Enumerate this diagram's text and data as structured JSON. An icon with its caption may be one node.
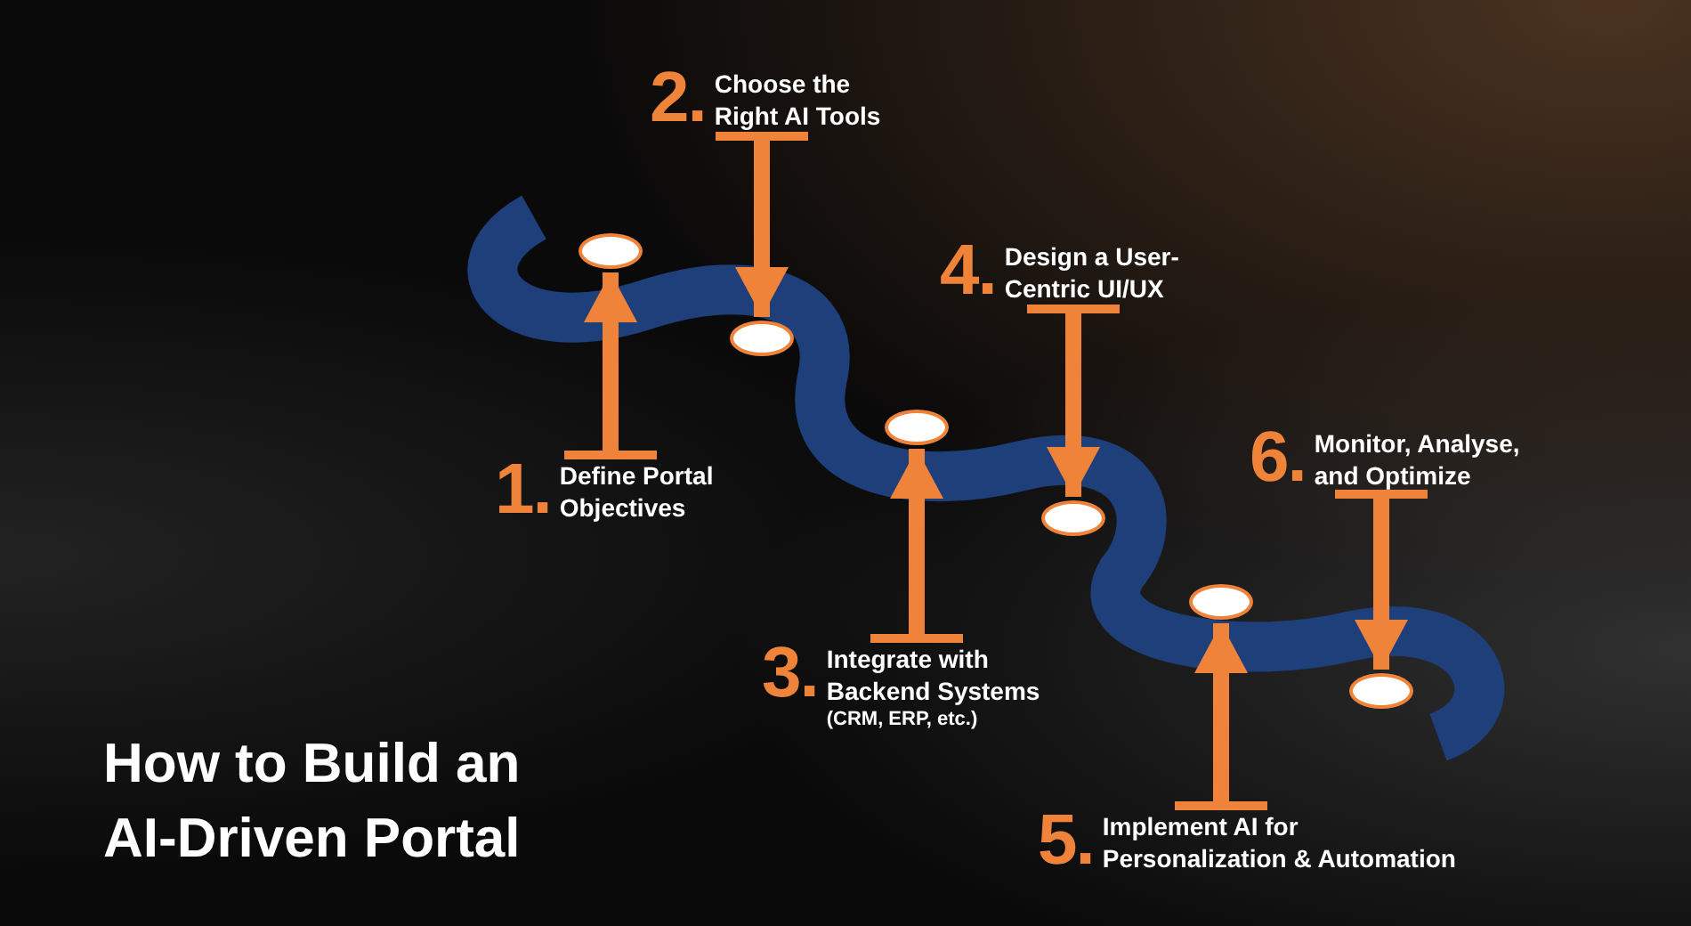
{
  "diagram": {
    "title": "How to Build an AI-Driven Portal",
    "nodes": [
      {
        "text": [
          "1.",
          "Define Portal Objectives"
        ]
      },
      {
        "text": [
          "2.",
          "Choose the Right AI Tools"
        ]
      },
      {
        "text": [
          "3.",
          "Integrate with Backend Systems",
          "(CRM, ERP, etc.)"
        ]
      },
      {
        "text": [
          "4.",
          "Design a User-Centric UI/UX"
        ]
      },
      {
        "text": [
          "5.",
          "Implement AI for Personalization & Automation"
        ]
      },
      {
        "text": [
          "6.",
          "Monitor, Analyse, and Optimize"
        ]
      },
      {
        "text": [],
        "shape": "circle"
      },
      {
        "text": [],
        "shape": "circle"
      },
      {
        "text": [],
        "shape": "circle"
      },
      {
        "text": [],
        "shape": "circle"
      },
      {
        "text": [],
        "shape": "circle"
      },
      {
        "text": [],
        "shape": "circle"
      }
    ],
    "edges": [
      {
        "from": 0,
        "to": 6,
        "arrow": "to"
      },
      {
        "from": 1,
        "to": 7,
        "arrow": "to"
      },
      {
        "from": 2,
        "to": 8,
        "arrow": "to"
      },
      {
        "from": 3,
        "to": 9,
        "arrow": "to"
      },
      {
        "from": 4,
        "to": 10,
        "arrow": "to"
      },
      {
        "from": 5,
        "to": 11,
        "arrow": "to"
      }
    ]
  }
}
